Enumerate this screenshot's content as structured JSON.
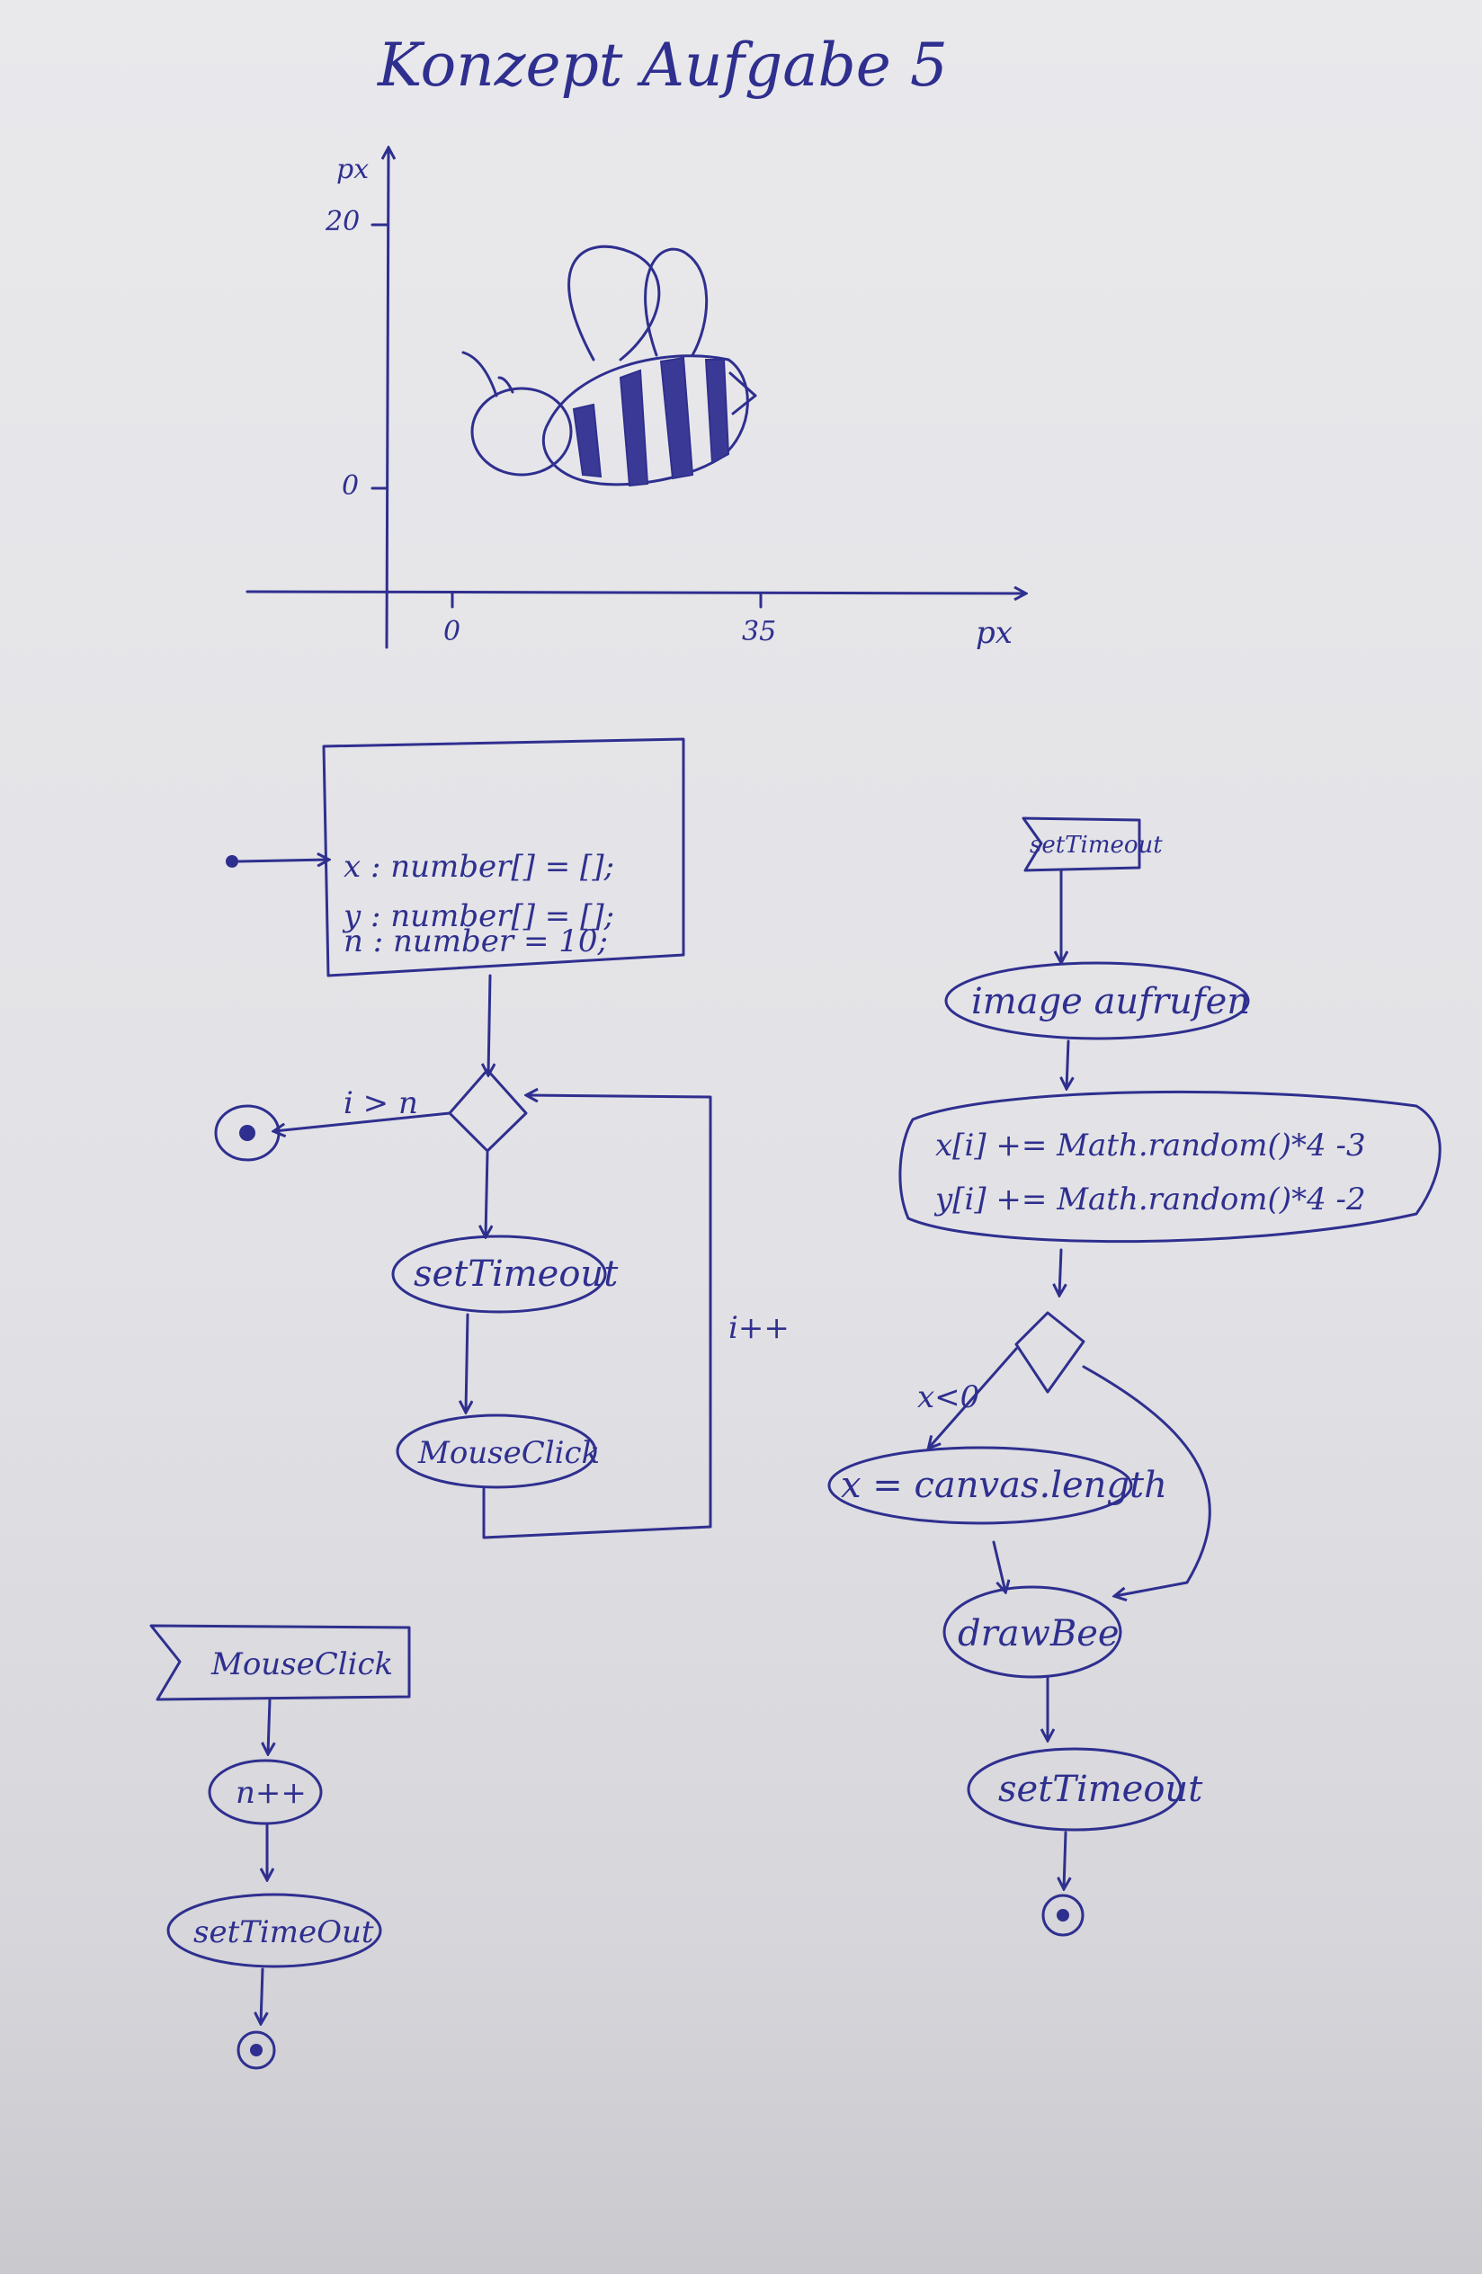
{
  "title": "Konzept Aufgabe 5",
  "axis": {
    "x_label": "px",
    "y_label": "px",
    "x_ticks": [
      "0",
      "35"
    ],
    "y_ticks": [
      "20",
      "0"
    ]
  },
  "main_flow": {
    "init_lines": [
      "x : number[] = [];",
      "y : number[] = [];",
      "n : number = 10;"
    ],
    "exit_condition": "i > n",
    "node_settimeout": "setTimeout",
    "node_mouseclick": "MouseClick",
    "loop_label": "i++"
  },
  "mouseclick_flow": {
    "signal": "MouseClick",
    "node_increment": "n++",
    "node_settimeout": "setTimeOut"
  },
  "timeout_flow": {
    "signal": "setTimeout",
    "node_image": "image aufrufen",
    "update_lines": [
      "x[i] += Math.random()*4 -3",
      "y[i] += Math.random()*4 -2"
    ],
    "branch_label": "x<0",
    "node_reset": "x = canvas.length",
    "node_drawbee": "drawBee",
    "node_settimeout": "setTimeout"
  },
  "colors": {
    "ink": "#2f2f8f",
    "paper": "#e6e6ea"
  }
}
